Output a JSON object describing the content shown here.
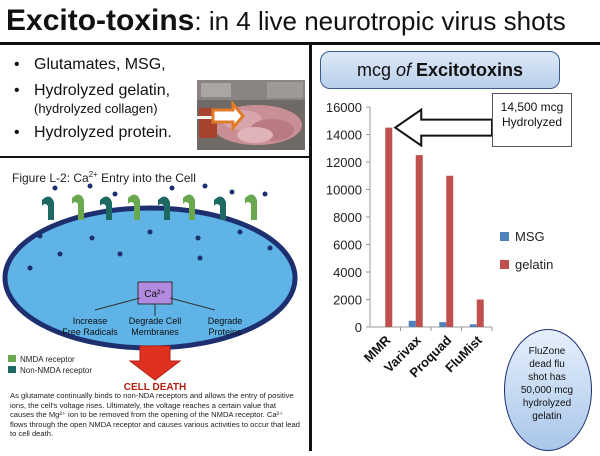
{
  "title": {
    "bold": "Excito-toxins",
    "rest": ": in 4 live neurotropic virus shots"
  },
  "bullets": [
    {
      "text": "Glutamates, MSG,"
    },
    {
      "text": "Hydrolyzed gelatin,",
      "sub": "(hydrolyzed collagen)"
    },
    {
      "text": "Hydrolyzed protein."
    }
  ],
  "figure": {
    "caption_prefix": "Figure L-2: Ca",
    "caption_sup": "2+",
    "caption_suffix": " Entry into the Cell",
    "ca_center": "Ca²⁺",
    "effects": [
      "Increase\nFree Radicals",
      "Degrade Cell\nMembranes",
      "Degrade\nProteins"
    ],
    "legend": [
      "NMDA receptor",
      "Non-NMDA receptor"
    ],
    "cell_death": "CELL DEATH",
    "description": "As glutamate continually binds to non-NDA receptors and allows the entry of positive ions, the cell's voltage rises.  Ultimately, the voltage reaches a certain value that causes the Mg²⁺ ion to be removed from the opening of the NMDA receptor.  Ca²⁺ flows through the open NMDA receptor and causes various activities to occur that lead to cell death."
  },
  "colors": {
    "msg": "#4f81bd",
    "gelatin": "#c0504d",
    "cell": "#5fb3e6",
    "nmda": "#6aa84f",
    "non_nmda": "#1e6a63"
  },
  "chart_data": {
    "type": "bar",
    "title_prefix": "mcg ",
    "title_italic": "of",
    "title_suffix": " Excitotoxins",
    "categories": [
      "MMR",
      "Varivax",
      "Proquad",
      "FluMist"
    ],
    "series": [
      {
        "name": "MSG",
        "values": [
          0,
          450,
          350,
          200
        ]
      },
      {
        "name": "gelatin",
        "values": [
          14500,
          12500,
          11000,
          2000
        ]
      }
    ],
    "ylim": [
      0,
      16000
    ],
    "yticks": [
      "0",
      "2000",
      "4000",
      "6000",
      "8000",
      "10000",
      "12000",
      "14000",
      "16000"
    ],
    "annotation": "14,500 mcg\nHydrolyzed",
    "footnote": "FluZone\ndead flu\nshot has\n50,000 mcg\nhydrolyzed\ngelatin"
  }
}
